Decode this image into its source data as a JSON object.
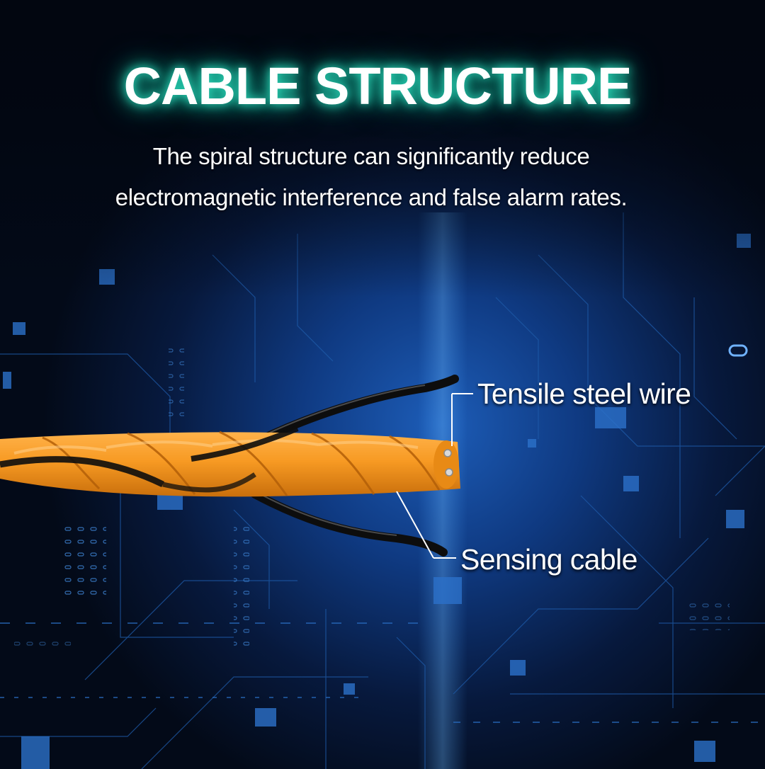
{
  "title": "CABLE STRUCTURE",
  "subtitle_line1": "The spiral structure can significantly reduce",
  "subtitle_line2": "electromagnetic interference and false alarm rates.",
  "labels": {
    "tensile": "Tensile steel wire",
    "sensing": "Sensing cable"
  },
  "colors": {
    "background": "#030a18",
    "cable_orange": "#f79a23",
    "wire_black": "#0d0d0d",
    "title_glow": "#2fe6c4",
    "circuit_blue": "#1c5fb8"
  }
}
